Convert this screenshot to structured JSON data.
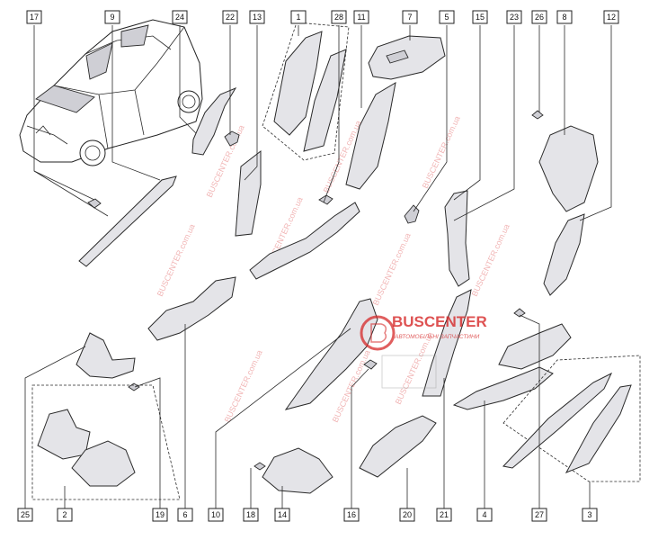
{
  "diagram": {
    "callouts": {
      "c17": "17",
      "c9": "9",
      "c24": "24",
      "c22": "22",
      "c13": "13",
      "c1": "1",
      "c28": "28",
      "c11": "11",
      "c7": "7",
      "c5": "5",
      "c15": "15",
      "c23": "23",
      "c26": "26",
      "c8": "8",
      "c12": "12",
      "c25": "25",
      "c2": "2",
      "c19": "19",
      "c6": "6",
      "c10": "10",
      "c18": "18",
      "c14": "14",
      "c16": "16",
      "c20": "20",
      "c21": "21",
      "c4": "4",
      "c27": "27",
      "c3": "3"
    },
    "watermark": {
      "logo_text": "BUSCENTER",
      "logo_subtitle": "АВТОМОБІЛЬНІ ЗАПЧАСТИНИ",
      "site": "BUSCENTER.com.ua"
    },
    "colors": {
      "line": "#2a2a2a",
      "part_fill": "#e6e6ea",
      "accent": "#d62828"
    }
  }
}
